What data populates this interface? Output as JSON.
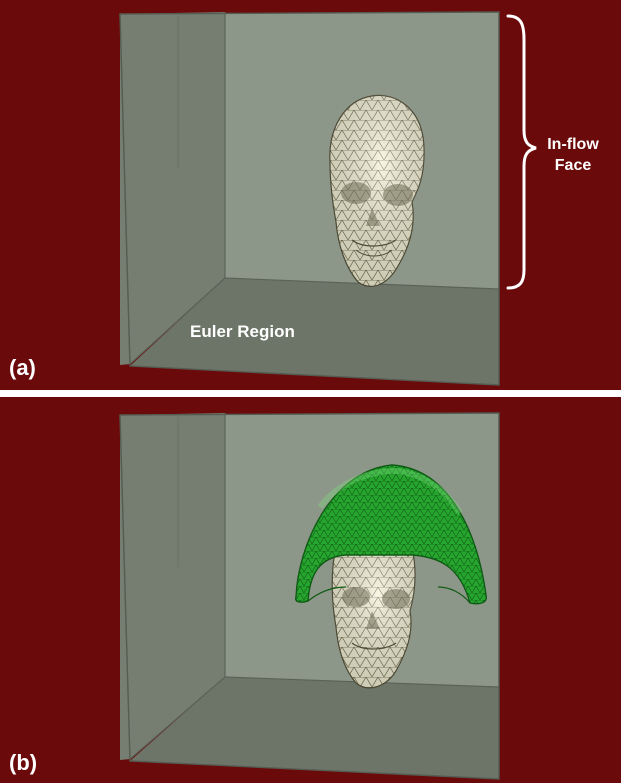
{
  "colors": {
    "background": "#6b0a0a",
    "box_back": "#8a9585",
    "box_left": "#747d70",
    "box_floor": "#6c7468",
    "mesh_fill": "#f4f1d6",
    "mesh_line": "#6d6a4a",
    "helmet": "#26a62e",
    "label": "#ffffff"
  },
  "panel_a": {
    "label": "(a)",
    "euler_region_label": "Euler Region",
    "inflow_label": [
      "In-flow",
      "Face"
    ]
  },
  "panel_b": {
    "label": "(b)"
  },
  "icons": [
    "skull-mesh",
    "helmet-mesh",
    "brace-icon"
  ]
}
